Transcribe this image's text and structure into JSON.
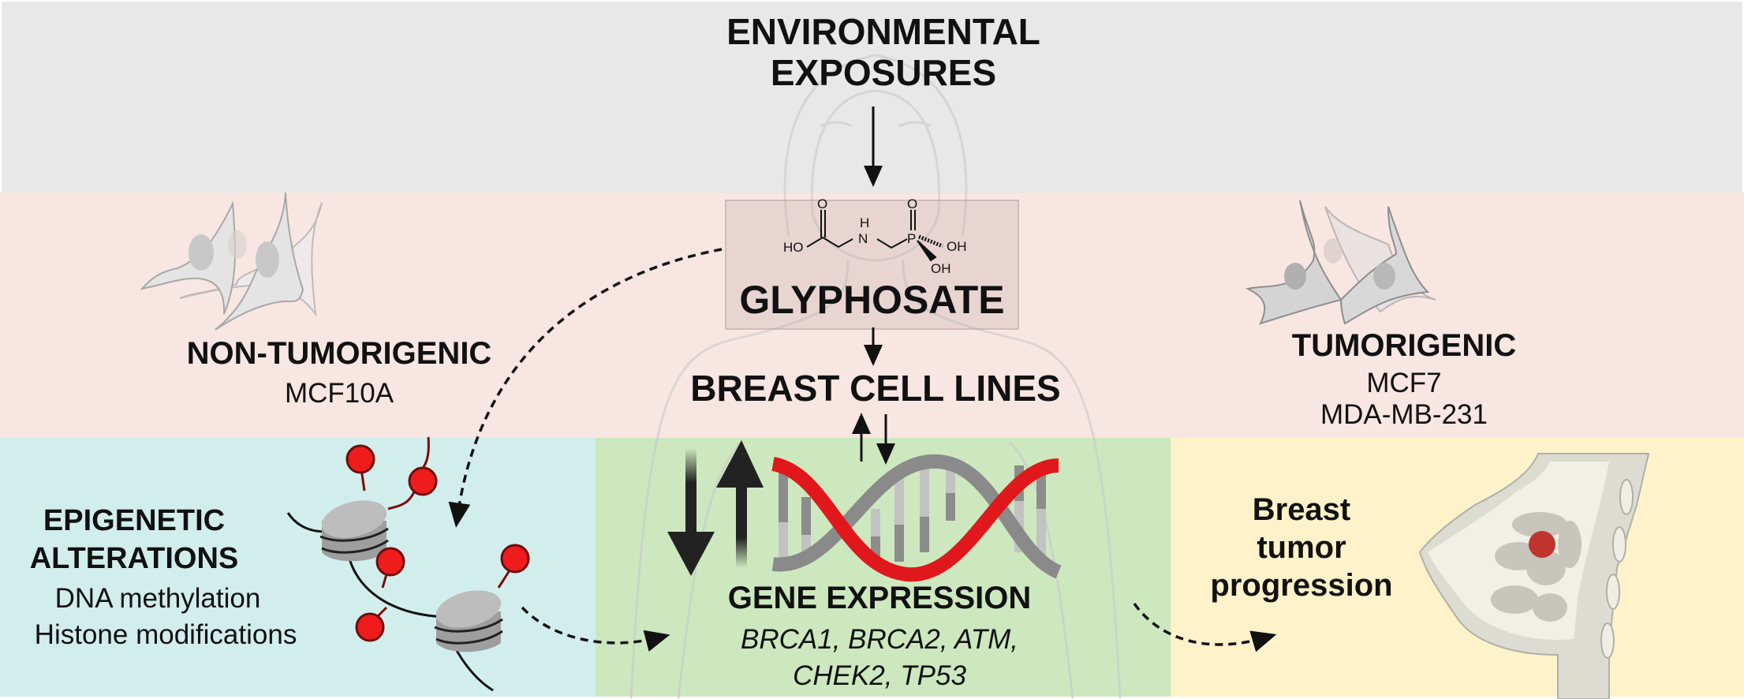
{
  "diagram": {
    "title": "Glyphosate, breast cell lines, epigenetics and gene expression",
    "top": {
      "heading_line1": "ENVIRONMENTAL",
      "heading_line2": "EXPOSURES"
    },
    "center": {
      "compound": "GLYPHOSATE",
      "structure_labels": [
        "HO",
        "O",
        "H",
        "N",
        "P",
        "O",
        "OH",
        "OH"
      ],
      "target": "BREAST CELL LINES"
    },
    "left_cells": {
      "heading": "NON-TUMORIGENIC",
      "lines": [
        "MCF10A"
      ]
    },
    "right_cells": {
      "heading": "TUMORIGENIC",
      "lines": [
        "MCF7",
        "MDA-MB-231"
      ]
    },
    "epigenetics": {
      "heading_line1": "EPIGENETIC",
      "heading_line2": "ALTERATIONS",
      "items": [
        "DNA methylation",
        "Histone modifications"
      ]
    },
    "gene_expression": {
      "heading": "GENE EXPRESSION",
      "genes_line1": "BRCA1, BRCA2, ATM,",
      "genes_line2": "CHEK2, TP53"
    },
    "outcome": {
      "line1": "Breast",
      "line2": "tumor",
      "line3": "progression"
    },
    "colors": {
      "exposure_band": "#e8e8e8",
      "cell_band": "#f8e6e2",
      "epigenetic_panel": "#d2eeec",
      "gene_panel": "#cde8bf",
      "outcome_panel": "#fdf2c9",
      "methyl_red": "#ee1c1c",
      "dna_red": "#e0181c",
      "histone_gray": "#a8a8a8"
    }
  }
}
